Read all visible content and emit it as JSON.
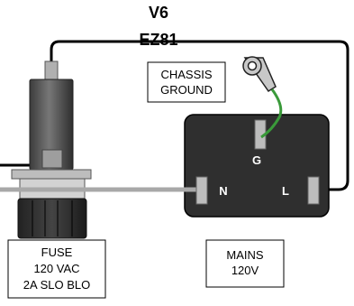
{
  "labels": {
    "tube": "V6",
    "tube_type": "EZ81",
    "chassis_ground_line1": "CHASSIS",
    "chassis_ground_line2": "GROUND",
    "fuse_line1": "FUSE",
    "fuse_line2": "120 VAC",
    "fuse_line3": "2A SLO BLO",
    "mains_line1": "MAINS",
    "mains_line2": "120V",
    "terminal_ground": "G",
    "terminal_neutral": "N",
    "terminal_line": "L"
  },
  "colors": {
    "wire_black": "#000000",
    "wire_gray": "#a8a8a8",
    "wire_green": "#3a9a3a",
    "socket_body": "#2f2f2f",
    "fuse_body": "#555555",
    "terminal": "#bdbdbd",
    "background": "#ffffff"
  }
}
